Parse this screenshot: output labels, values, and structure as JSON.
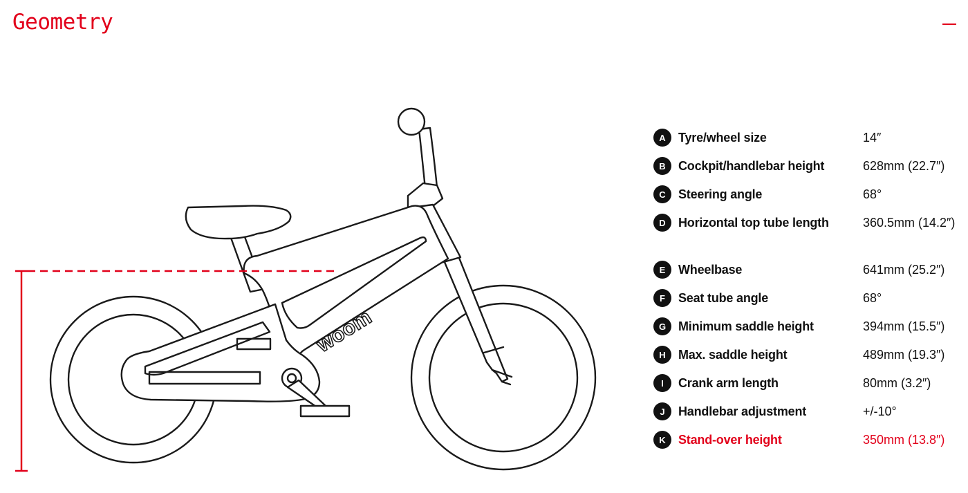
{
  "header": {
    "title": "Geometry"
  },
  "colors": {
    "accent": "#e2001a",
    "badge": "#111111"
  },
  "icons": {
    "collapse": "minus-icon"
  },
  "illustration": {
    "brand_mark": "woom"
  },
  "specs": [
    {
      "letter": "A",
      "label": "Tyre/wheel size",
      "value": "14″"
    },
    {
      "letter": "B",
      "label": "Cockpit/handlebar height",
      "value": "628mm (22.7″)"
    },
    {
      "letter": "C",
      "label": "Steering angle",
      "value": "68°"
    },
    {
      "letter": "D",
      "label": "Horizontal top tube length",
      "value": "360.5mm (14.2″)"
    },
    {
      "letter": "E",
      "label": "Wheelbase",
      "value": "641mm (25.2″)"
    },
    {
      "letter": "F",
      "label": "Seat tube angle",
      "value": "68°"
    },
    {
      "letter": "G",
      "label": "Minimum saddle height",
      "value": "394mm (15.5″)"
    },
    {
      "letter": "H",
      "label": "Max. saddle height",
      "value": "489mm (19.3″)"
    },
    {
      "letter": "I",
      "label": "Crank arm length",
      "value": "80mm (3.2″)"
    },
    {
      "letter": "J",
      "label": "Handlebar adjustment",
      "value": "+/-10°"
    },
    {
      "letter": "K",
      "label": "Stand-over height",
      "value": "350mm (13.8″)",
      "highlighted": true
    }
  ]
}
